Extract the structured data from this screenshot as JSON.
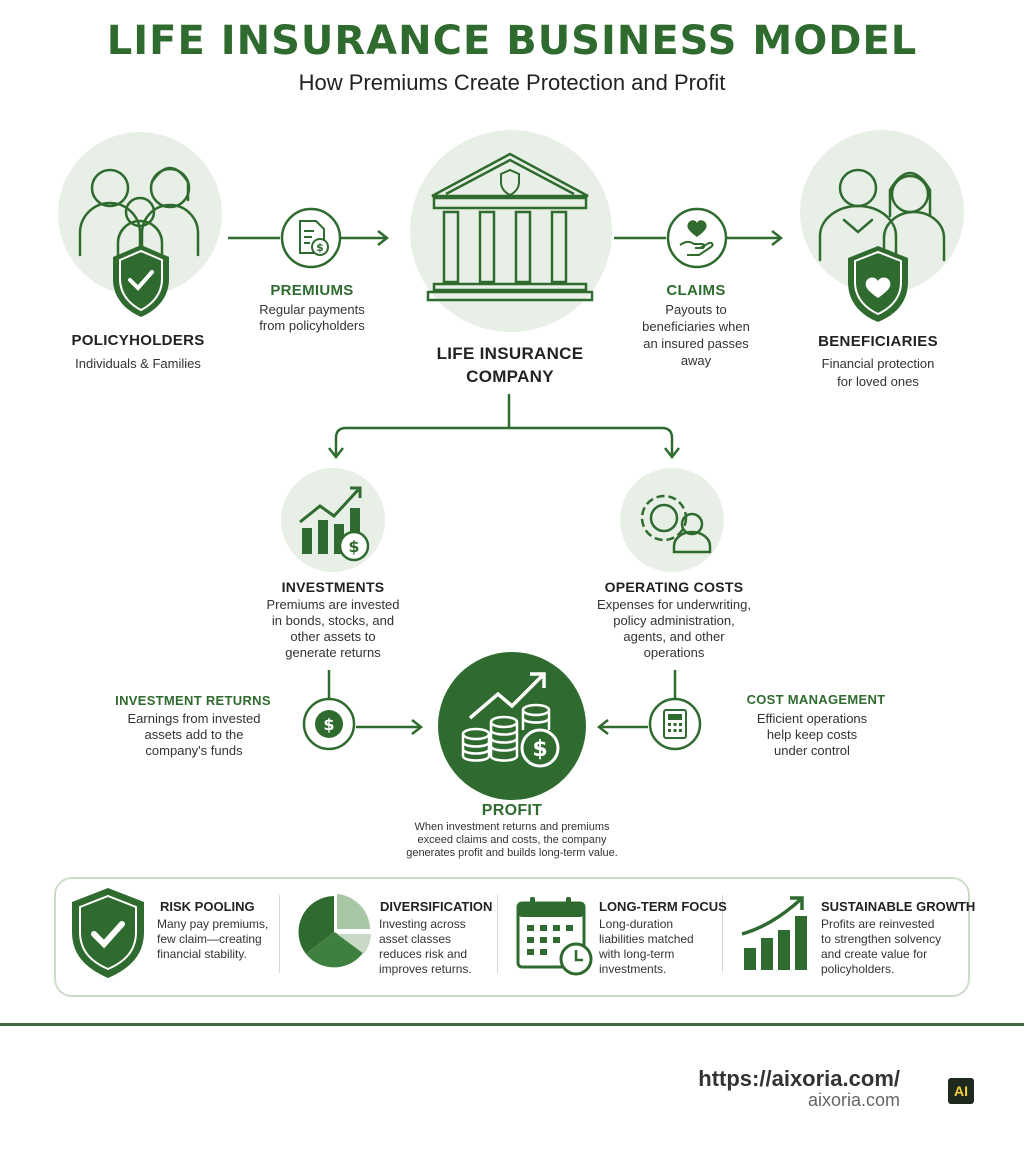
{
  "header": {
    "title": "LIFE INSURANCE BUSINESS MODEL",
    "subtitle": "How Premiums Create Protection and Profit"
  },
  "nodes": {
    "policyholders": {
      "title": "POLICYHOLDERS",
      "desc": "Individuals & Families"
    },
    "premiums": {
      "title": "PREMIUMS",
      "desc1": "Regular payments",
      "desc2": "from policyholders"
    },
    "company": {
      "title1": "LIFE INSURANCE",
      "title2": "COMPANY"
    },
    "claims": {
      "title": "CLAIMS",
      "desc1": "Payouts to",
      "desc2": "beneficiaries when",
      "desc3": "an insured passes",
      "desc4": "away"
    },
    "beneficiaries": {
      "title": "BENEFICIARIES",
      "desc1": "Financial protection",
      "desc2": "for loved ones"
    },
    "investments": {
      "title": "INVESTMENTS",
      "desc1": "Premiums are invested",
      "desc2": "in bonds, stocks, and",
      "desc3": "other assets to",
      "desc4": "generate returns"
    },
    "operating_costs": {
      "title": "OPERATING COSTS",
      "desc1": "Expenses for underwriting,",
      "desc2": "policy administration,",
      "desc3": "agents, and other",
      "desc4": "operations"
    },
    "investment_returns": {
      "title": "INVESTMENT RETURNS",
      "desc1": "Earnings from invested",
      "desc2": "assets add to the",
      "desc3": "company's funds"
    },
    "cost_management": {
      "title": "COST MANAGEMENT",
      "desc1": "Efficient operations",
      "desc2": "help keep costs",
      "desc3": "under control"
    },
    "profit": {
      "title": "PROFIT",
      "desc1": "When investment returns and premiums",
      "desc2": "exceed claims and costs, the company",
      "desc3": "generates profit and builds long-term value."
    }
  },
  "principles": [
    {
      "title": "RISK POOLING",
      "lines": [
        "Many pay premiums,",
        "few claim—creating",
        "financial stability."
      ]
    },
    {
      "title": "DIVERSIFICATION",
      "lines": [
        "Investing across",
        "asset classes",
        "reduces risk and",
        "improves returns."
      ]
    },
    {
      "title": "LONG-TERM FOCUS",
      "lines": [
        "Long-duration",
        "liabilities matched",
        "with long-term",
        "investments."
      ]
    },
    {
      "title": "SUSTAINABLE GROWTH",
      "lines": [
        "Profits are reinvested",
        "to strengthen solvency",
        "and create value for",
        "policyholders."
      ]
    }
  ],
  "footer": {
    "url": "https://aixoria.com/",
    "domain": "aixoria.com",
    "logo_text": "AI"
  },
  "colors": {
    "primary_green": "#2f6b2f",
    "light_green_bg": "#e8efe6",
    "mid_green": "#7fa87f"
  }
}
